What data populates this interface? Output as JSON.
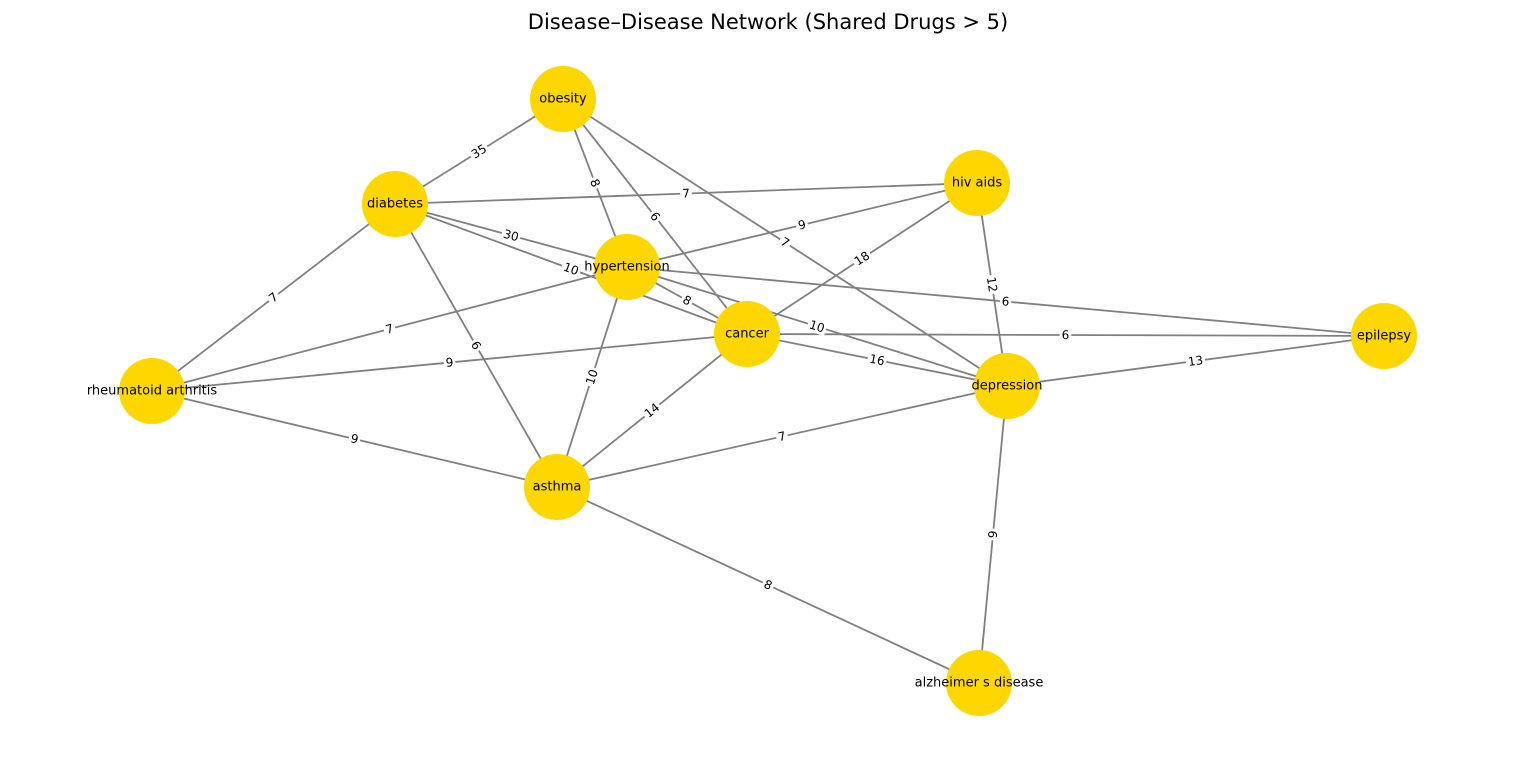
{
  "title": "Disease–Disease Network (Shared Drugs > 5)",
  "style": {
    "node_color": "#FFD700",
    "edge_color": "#808080",
    "background": "#ffffff"
  },
  "nodes": [
    {
      "id": "obesity",
      "label": "obesity"
    },
    {
      "id": "hiv_aids",
      "label": "hiv aids"
    },
    {
      "id": "diabetes",
      "label": "diabetes"
    },
    {
      "id": "hypertension",
      "label": "hypertension"
    },
    {
      "id": "cancer",
      "label": "cancer"
    },
    {
      "id": "epilepsy",
      "label": "epilepsy"
    },
    {
      "id": "depression",
      "label": "depression"
    },
    {
      "id": "rheumatoid_arthritis",
      "label": "rheumatoid arthritis"
    },
    {
      "id": "asthma",
      "label": "asthma"
    },
    {
      "id": "alzheimers",
      "label": "alzheimer s disease"
    }
  ],
  "edges": [
    {
      "source": "diabetes",
      "target": "obesity",
      "weight": "35"
    },
    {
      "source": "obesity",
      "target": "hypertension",
      "weight": "8"
    },
    {
      "source": "obesity",
      "target": "cancer",
      "weight": "6"
    },
    {
      "source": "obesity",
      "target": "depression",
      "weight": "7"
    },
    {
      "source": "diabetes",
      "target": "hiv_aids",
      "weight": "7"
    },
    {
      "source": "diabetes",
      "target": "hypertension",
      "weight": "30"
    },
    {
      "source": "diabetes",
      "target": "cancer",
      "weight": "10"
    },
    {
      "source": "diabetes",
      "target": "rheumatoid_arthritis",
      "weight": "7"
    },
    {
      "source": "diabetes",
      "target": "asthma",
      "weight": "6"
    },
    {
      "source": "hiv_aids",
      "target": "hypertension",
      "weight": "9"
    },
    {
      "source": "hiv_aids",
      "target": "cancer",
      "weight": "18"
    },
    {
      "source": "hiv_aids",
      "target": "depression",
      "weight": "12"
    },
    {
      "source": "hypertension",
      "target": "cancer",
      "weight": "8"
    },
    {
      "source": "hypertension",
      "target": "depression",
      "weight": "10"
    },
    {
      "source": "hypertension",
      "target": "epilepsy",
      "weight": "6"
    },
    {
      "source": "hypertension",
      "target": "rheumatoid_arthritis",
      "weight": "7"
    },
    {
      "source": "hypertension",
      "target": "asthma",
      "weight": "10"
    },
    {
      "source": "cancer",
      "target": "epilepsy",
      "weight": "6"
    },
    {
      "source": "cancer",
      "target": "depression",
      "weight": "16"
    },
    {
      "source": "cancer",
      "target": "rheumatoid_arthritis",
      "weight": "9"
    },
    {
      "source": "cancer",
      "target": "asthma",
      "weight": "14"
    },
    {
      "source": "depression",
      "target": "epilepsy",
      "weight": "13"
    },
    {
      "source": "depression",
      "target": "asthma",
      "weight": "7"
    },
    {
      "source": "depression",
      "target": "alzheimers",
      "weight": "9"
    },
    {
      "source": "rheumatoid_arthritis",
      "target": "asthma",
      "weight": "9"
    },
    {
      "source": "asthma",
      "target": "alzheimers",
      "weight": "8"
    }
  ]
}
